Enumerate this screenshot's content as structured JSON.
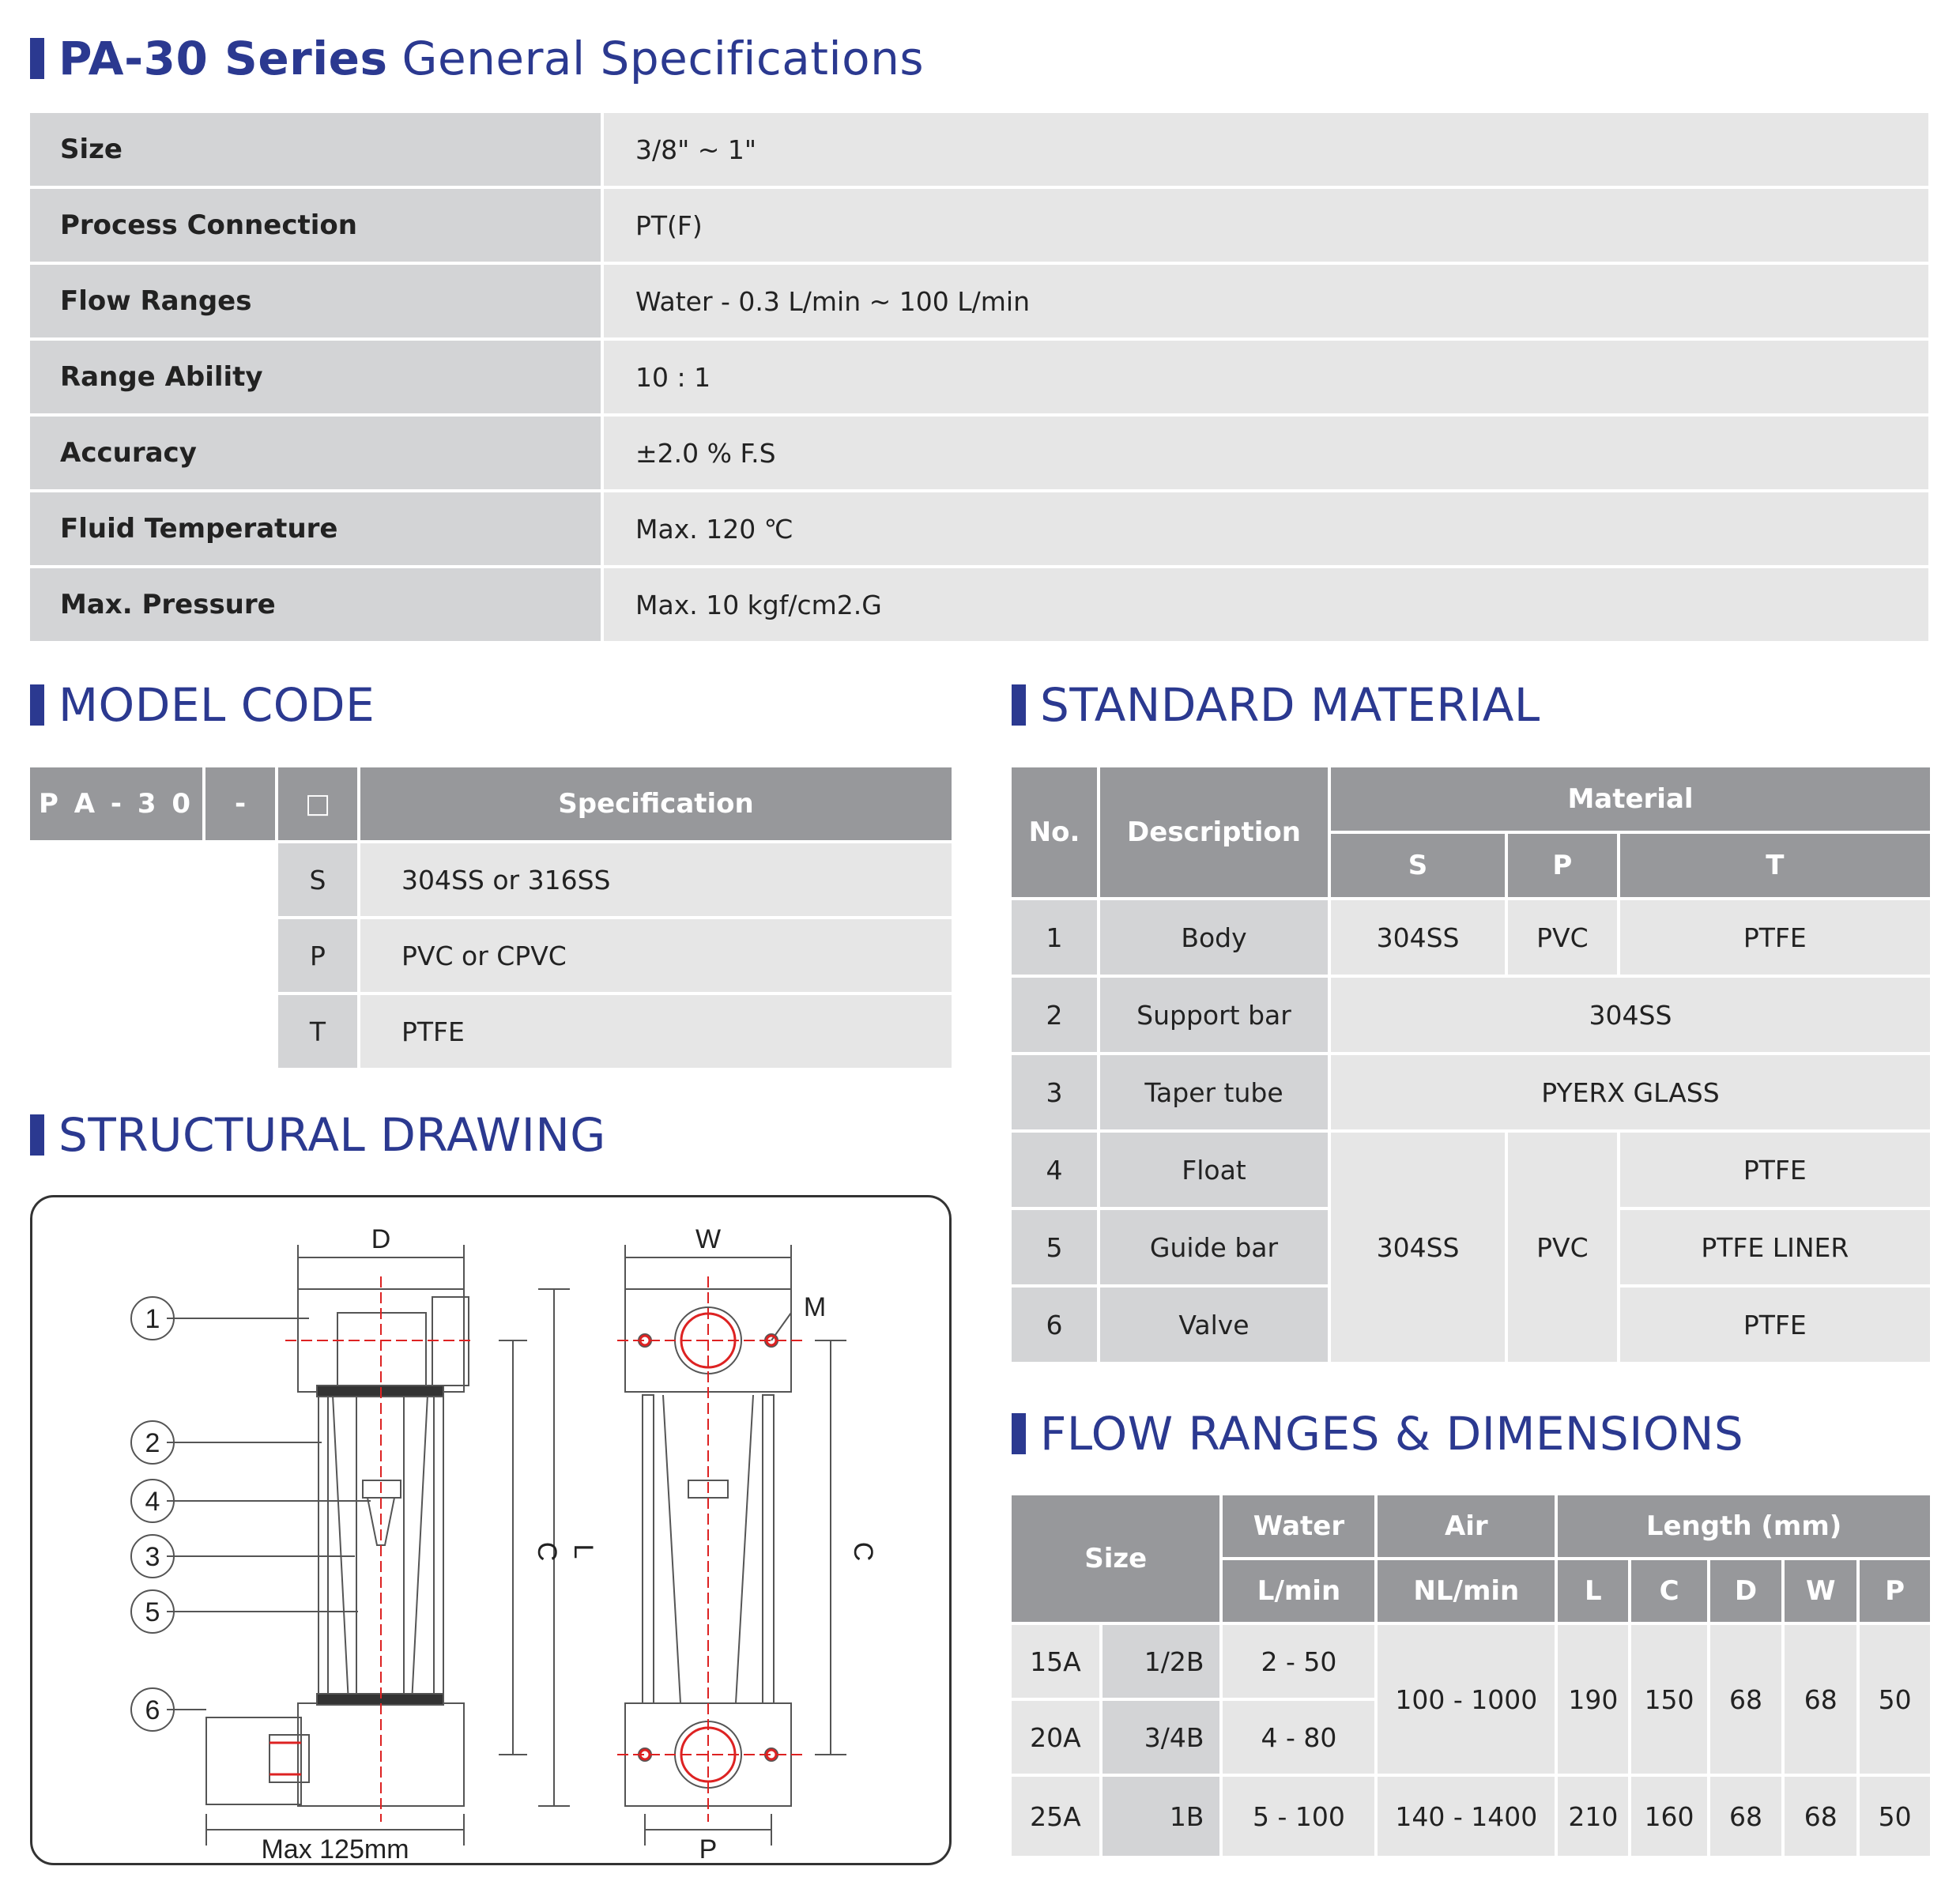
{
  "headings": {
    "general_bold": "PA-30 Series",
    "general_rest": "General Specifications",
    "model_code": "MODEL CODE",
    "structural": "STRUCTURAL DRAWING",
    "material": "STANDARD MATERIAL",
    "flow": "FLOW RANGES & DIMENSIONS"
  },
  "general": [
    {
      "k": "Size",
      "v": "3/8\" ~ 1\""
    },
    {
      "k": "Process Connection",
      "v": "PT(F)"
    },
    {
      "k": "Flow Ranges",
      "v": "Water - 0.3 L/min ~ 100 L/min"
    },
    {
      "k": "Range Ability",
      "v": "10 : 1"
    },
    {
      "k": "Accuracy",
      "v": "±2.0 % F.S"
    },
    {
      "k": "Fluid Temperature",
      "v": "Max. 120 ℃"
    },
    {
      "k": "Max. Pressure",
      "v": "Max. 10 kgf/cm2.G"
    }
  ],
  "model": {
    "h1": "P A - 3 0",
    "h2": "-",
    "h3": "□",
    "h4": "Specification",
    "rows": [
      {
        "c": "S",
        "s": "304SS or 316SS"
      },
      {
        "c": "P",
        "s": "PVC or CPVC"
      },
      {
        "c": "T",
        "s": "PTFE"
      }
    ]
  },
  "drawing": {
    "D": "D",
    "W": "W",
    "M": "M",
    "C1": "C",
    "L": "L",
    "C2": "C",
    "P": "P",
    "max": "Max 125mm",
    "n1": "1",
    "n2": "2",
    "n3": "3",
    "n4": "4",
    "n5": "5",
    "n6": "6"
  },
  "material": {
    "no": "No.",
    "desc": "Description",
    "mat": "Material",
    "S": "S",
    "P": "P",
    "T": "T",
    "r1": {
      "n": "1",
      "d": "Body",
      "s": "304SS",
      "p": "PVC",
      "t": "PTFE"
    },
    "r2": {
      "n": "2",
      "d": "Support bar",
      "all": "304SS"
    },
    "r3": {
      "n": "3",
      "d": "Taper tube",
      "all": "PYERX GLASS"
    },
    "r4": {
      "n": "4",
      "d": "Float",
      "t": "PTFE"
    },
    "r5": {
      "n": "5",
      "d": "Guide bar",
      "s": "304SS",
      "p": "PVC",
      "t": "PTFE LINER"
    },
    "r6": {
      "n": "6",
      "d": "Valve",
      "t": "PTFE"
    }
  },
  "flow": {
    "size": "Size",
    "water": "Water",
    "air": "Air",
    "length": "Length (mm)",
    "lmin": "L/min",
    "nlmin": "NL/min",
    "L": "L",
    "C": "C",
    "D": "D",
    "W": "W",
    "P": "P",
    "r1": {
      "a": "15A",
      "b": "1/2B",
      "w": "2 - 50"
    },
    "r2": {
      "a": "20A",
      "b": "3/4B",
      "w": "4 - 80"
    },
    "r12": {
      "air": "100 - 1000",
      "L": "190",
      "C": "150",
      "D": "68",
      "W": "68",
      "P": "50"
    },
    "r3": {
      "a": "25A",
      "b": "1B",
      "w": "5 - 100",
      "air": "140 - 1400",
      "L": "210",
      "C": "160",
      "D": "68",
      "W": "68",
      "P": "50"
    }
  }
}
